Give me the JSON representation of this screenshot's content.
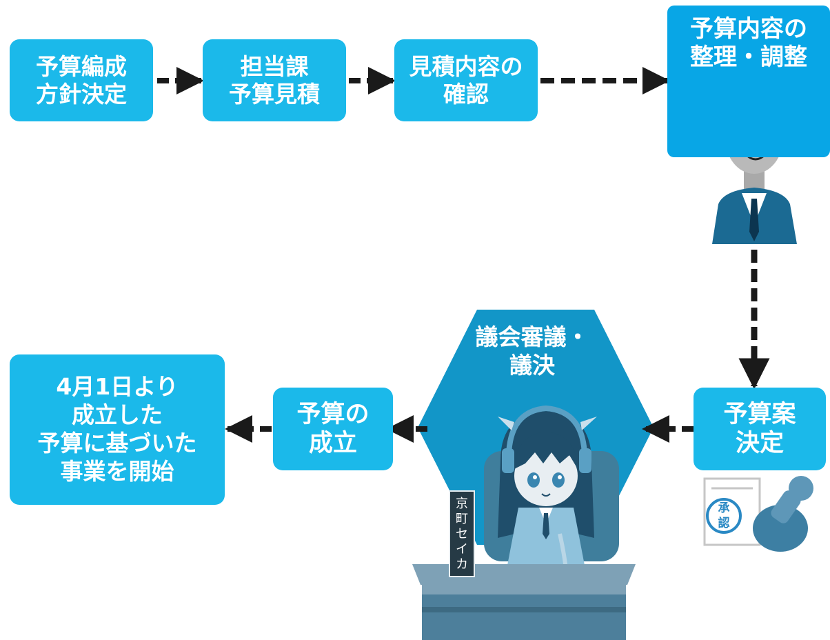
{
  "steps": {
    "policy": "予算編成\n方針決定",
    "estimate": "担当課\n予算見積",
    "confirm": "見積内容の\n確認",
    "adjust": "予算内容の\n整理・調整",
    "decide": "予算案\n決定",
    "deliberation": "議会審議・\n議決",
    "establish": "予算の\n成立",
    "start": "4月1日より\n成立した\n予算に基づいた\n事業を開始"
  },
  "nameplate": "京町セイカ",
  "stamp": "承認",
  "colors": {
    "box": "#1bb9ea",
    "panel": "#08a6e6",
    "hexagon": "#1296c8",
    "arrow": "#1a1a1a"
  }
}
